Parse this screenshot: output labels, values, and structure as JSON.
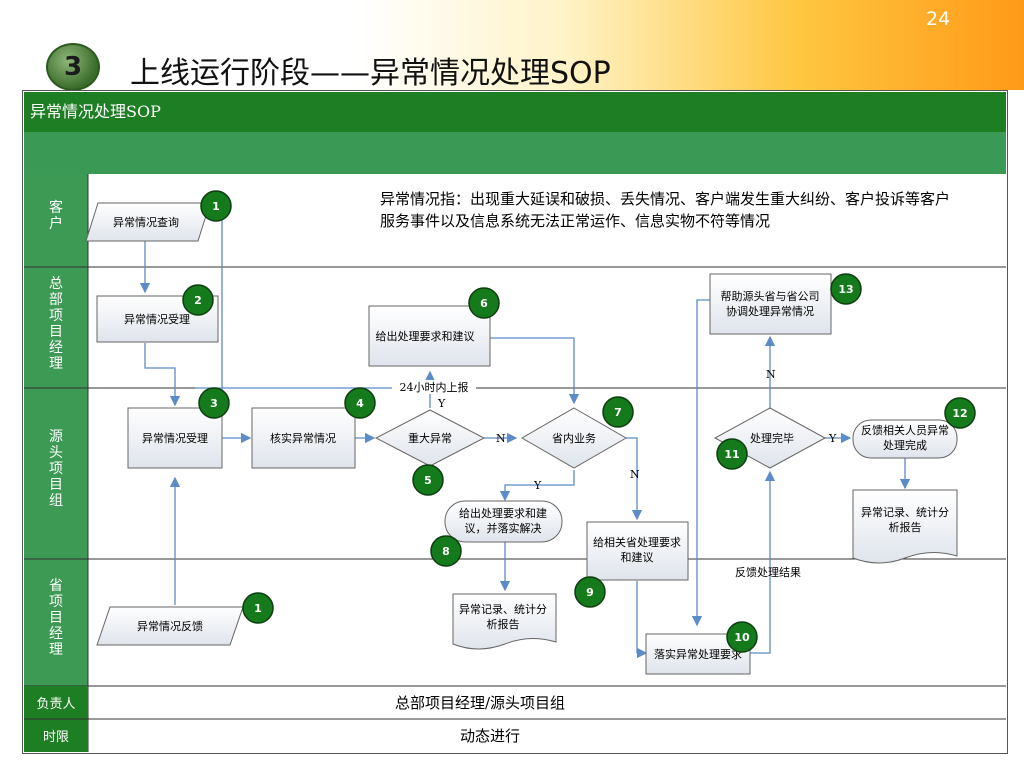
{
  "page": {
    "number": "24",
    "step": "3",
    "title": "上线运行阶段——异常情况处理SOP"
  },
  "table": {
    "header": "异常情况处理SOP",
    "lanes": [
      "客户",
      "总部项目经理",
      "源头项目组",
      "省项目经理"
    ],
    "footer": {
      "owner_label": "负责人",
      "owner_value": "总部项目经理/源头项目组",
      "deadline_label": "时限",
      "deadline_value": "动态进行"
    }
  },
  "description": "异常情况指：出现重大延误和破损、丢失情况、客户端发生重大纠纷、客户投诉等客户服务事件以及信息系统无法正常运作、信息实物不符等情况",
  "nodes": {
    "query": "异常情况查询",
    "hq_receive": "异常情况受理",
    "src_receive": "异常情况受理",
    "verify": "核实异常情况",
    "major": "重大异常",
    "advice": "给出处理要求和建议",
    "in_prov": "省内业务",
    "advice_impl": [
      "给出处理要求和建",
      "议，并落实解决"
    ],
    "record_mid": [
      "异常记录、统计分",
      "析报告"
    ],
    "related_prov": [
      "给相关省处理要求",
      "和建议"
    ],
    "implement": "落实异常处理要求",
    "done": "处理完毕",
    "assist": [
      "帮助源头省与省公司",
      "协调处理异常情况"
    ],
    "feedback_done": [
      "反馈相关人员异常",
      "处理完成"
    ],
    "record_right": [
      "异常记录、统计分",
      "析报告"
    ],
    "prov_feedback": "异常情况反馈"
  },
  "badges": [
    "1",
    "2",
    "3",
    "4",
    "5",
    "6",
    "7",
    "8",
    "9",
    "10",
    "11",
    "12",
    "13",
    "1"
  ],
  "edge_labels": {
    "report": "24小时内上报",
    "y": "Y",
    "n": "N",
    "feedback_result": "反馈处理结果"
  }
}
